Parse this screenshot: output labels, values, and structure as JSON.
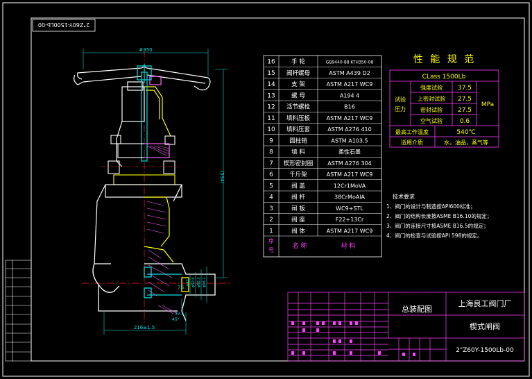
{
  "drawing_number_rotated": "2\"Z60Y-1500Lb-00",
  "dimensions": {
    "overall_width": "#350",
    "height": "(534)",
    "face_to_face": "216±1.5",
    "d1": "7.5",
    "d2": "37.5",
    "d3": "45°",
    "bore_dims": [
      "φ42",
      "φ50.8",
      "φ60.3",
      "φ68.2"
    ]
  },
  "parts": [
    {
      "no": "16",
      "name": "手  轮",
      "material": "GB9440-88 KTH350-08"
    },
    {
      "no": "15",
      "name": "阀杆螺母",
      "material": "ASTM  A439  D2"
    },
    {
      "no": "14",
      "name": "支  架",
      "material": "ASTM  A217  WC9"
    },
    {
      "no": "13",
      "name": "螺  母",
      "material": "A194 4"
    },
    {
      "no": "12",
      "name": "活节螺栓",
      "material": "B16"
    },
    {
      "no": "11",
      "name": "填料压板",
      "material": "ASTM  A217  WC9"
    },
    {
      "no": "10",
      "name": "填料压套",
      "material": "ASTM  A276  410"
    },
    {
      "no": "9",
      "name": "圆柱销",
      "material": "ASTM  A103.5"
    },
    {
      "no": "8",
      "name": "填  料",
      "material": "柔性石墨"
    },
    {
      "no": "7",
      "name": "楔形密封圈",
      "material": "ASTM  A276  304"
    },
    {
      "no": "6",
      "name": "千斤架",
      "material": "ASTM  A217  WC9"
    },
    {
      "no": "5",
      "name": "阀  盖",
      "material": "12Cr1MoVA"
    },
    {
      "no": "4",
      "name": "阀  杆",
      "material": "38CrMoAlA"
    },
    {
      "no": "3",
      "name": "闸  板",
      "material": "WC9+STL"
    },
    {
      "no": "2",
      "name": "阀  座",
      "material": "F22+13Cr"
    },
    {
      "no": "1",
      "name": "阀  体",
      "material": "ASTM  A217  WC9"
    }
  ],
  "parts_header": {
    "no": "序号",
    "name": "名  称",
    "material": "材  料"
  },
  "spec": {
    "title": "性 能 规 范",
    "class": "CLass  1500Lb",
    "group_label": "试验压力",
    "unit": "MPa",
    "rows": [
      {
        "label": "强度试验",
        "value": "37.5"
      },
      {
        "label": "上密封试验",
        "value": "27.5"
      },
      {
        "label": "密封试验",
        "value": "27.5"
      },
      {
        "label": "空气试验",
        "value": "0.6"
      }
    ],
    "max_temp_label": "最高工作温度",
    "max_temp_value": "540℃",
    "medium_label": "适用介质",
    "medium_value": "水，油品，蒸气等"
  },
  "tech": {
    "title": "技术要求",
    "items": [
      "1、阀门的设计与制造按API600标准；",
      "2、阀门的结构长度按ASME B16.10的规定；",
      "3、阀门的连接尺寸按ASME B16.5的规定；",
      "4、阀门的检查与试验按API 598的规定。"
    ]
  },
  "title_block": {
    "drawing_title": "总装配图",
    "company": "上海良工阀门厂",
    "product": "楔式闸阀",
    "drawing_no": "2\"Z60Y-1500Lb-00"
  }
}
